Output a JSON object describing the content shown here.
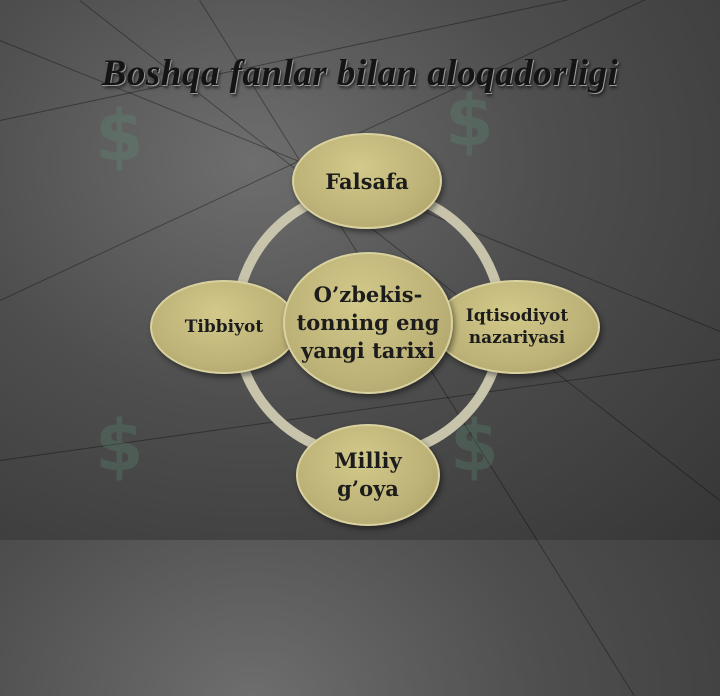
{
  "title": "Boshqa fanlar bilan aloqadorligi",
  "diagram": {
    "center": "O’zbekis-tonning eng yangi tarixi",
    "nodes": {
      "top": "Falsafa",
      "right": "Iqtisodiyot nazariyasi",
      "bottom": "Milliy g’oya",
      "left": "Tibbiyot"
    }
  },
  "colors": {
    "node_fill": "#c0b47a",
    "ring": "#c8c4ac",
    "background": "#4e4e4e"
  }
}
